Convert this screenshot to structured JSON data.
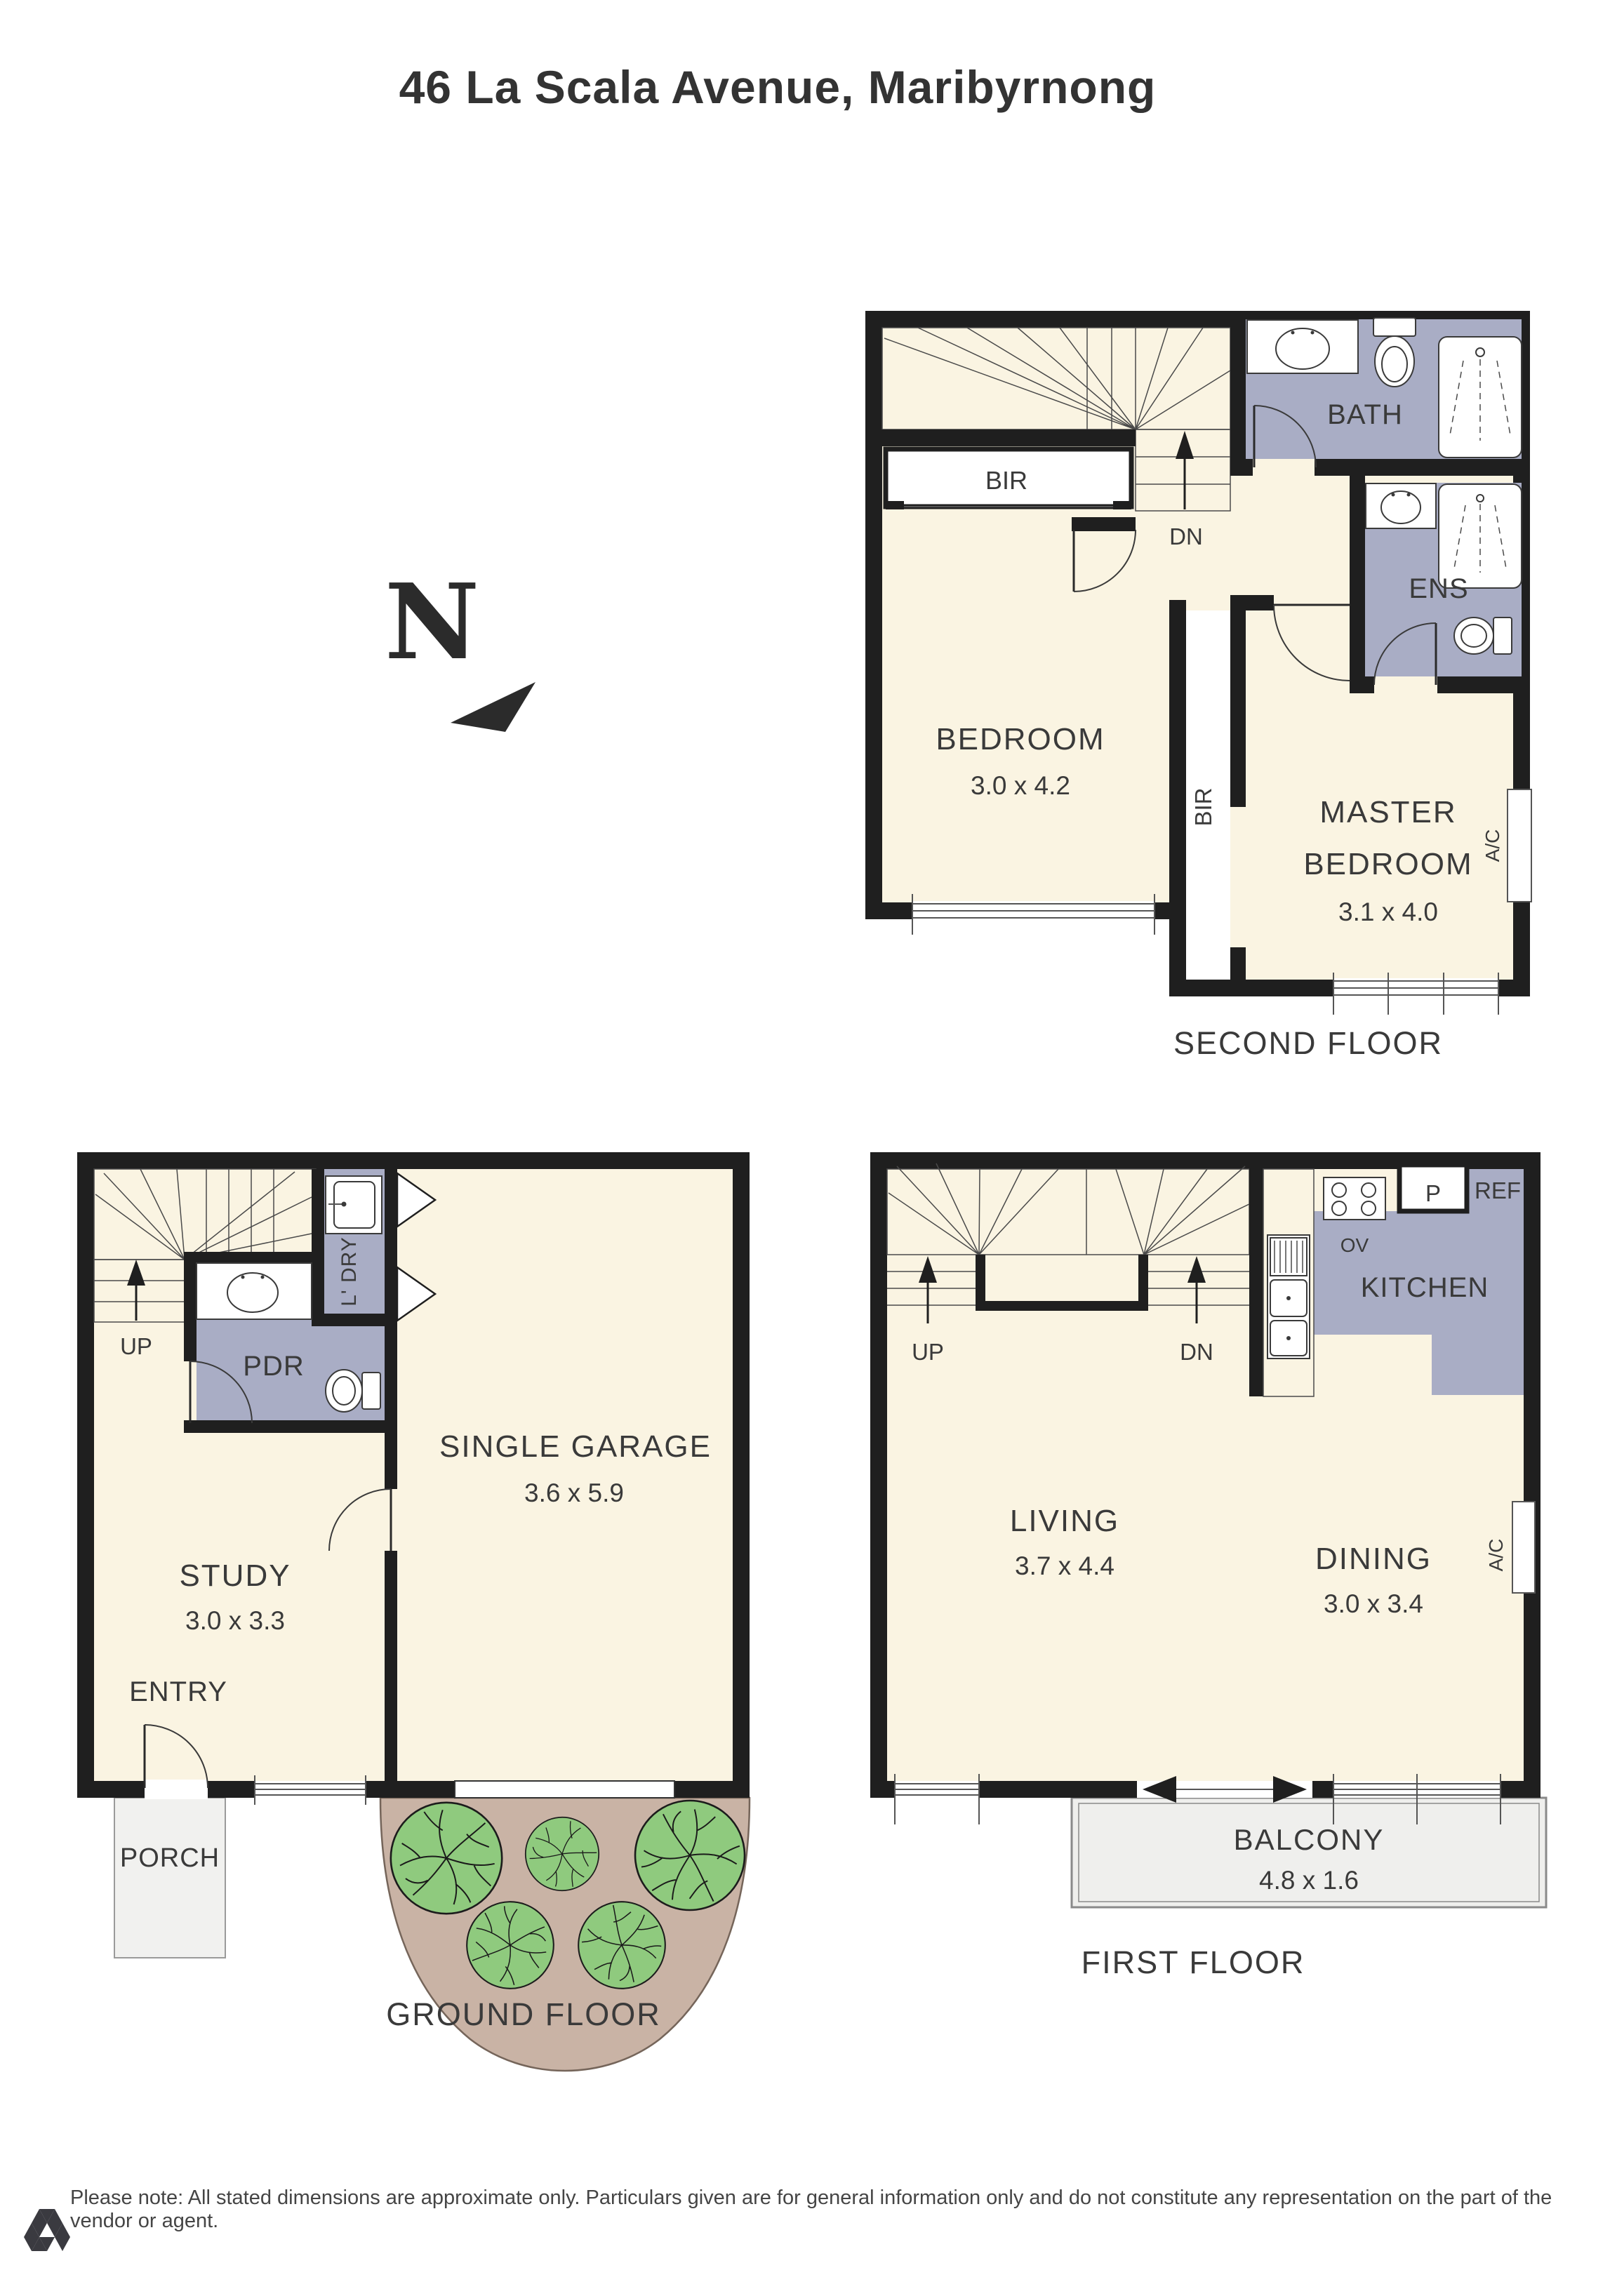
{
  "title": "46 La Scala Avenue, Maribyrnong",
  "north": {
    "label": "N"
  },
  "floors": {
    "second": {
      "caption": "SECOND FLOOR",
      "rooms": {
        "bedroom": {
          "label": "BEDROOM",
          "dims": "3.0 x 4.2"
        },
        "master": {
          "label1": "MASTER",
          "label2": "BEDROOM",
          "dims": "3.1 x 4.0"
        },
        "bath": {
          "label": "BATH"
        },
        "ens": {
          "label": "ENS"
        },
        "bir_closet": {
          "label": "BIR"
        },
        "bir_robe": {
          "label": "BIR"
        },
        "ac": {
          "label": "A/C"
        },
        "dn": {
          "label": "DN"
        }
      }
    },
    "ground": {
      "caption": "GROUND FLOOR",
      "rooms": {
        "garage": {
          "label": "SINGLE GARAGE",
          "dims": "3.6 x 5.9"
        },
        "study": {
          "label": "STUDY",
          "dims": "3.0 x 3.3"
        },
        "pdr": {
          "label": "PDR"
        },
        "ldry": {
          "label": "L' DRY"
        },
        "entry": {
          "label": "ENTRY"
        },
        "porch": {
          "label": "PORCH"
        },
        "up": {
          "label": "UP"
        }
      }
    },
    "first": {
      "caption": "FIRST FLOOR",
      "rooms": {
        "living": {
          "label": "LIVING",
          "dims": "3.7 x 4.4"
        },
        "dining": {
          "label": "DINING",
          "dims": "3.0 x 3.4"
        },
        "kitchen": {
          "label": "KITCHEN"
        },
        "balcony": {
          "label": "BALCONY",
          "dims": "4.8 x 1.6"
        },
        "ov": {
          "label": "OV"
        },
        "pantry": {
          "label": "P"
        },
        "ref": {
          "label": "REF"
        },
        "ac": {
          "label": "A/C"
        },
        "up": {
          "label": "UP"
        },
        "dn": {
          "label": "DN"
        }
      }
    }
  },
  "footer": {
    "disclaimer": "Please note: All stated dimensions are approximate only. Particulars given are for general information only and do not constitute any representation on the part of the vendor or agent."
  },
  "colors": {
    "wall": "#1F1F1F",
    "room_fill": "#FAF4E2",
    "wet_area": "#A9ADC5",
    "garden": "#C9B3A5",
    "tree": "#8FCA7E",
    "balcony": "#EFEFED"
  }
}
